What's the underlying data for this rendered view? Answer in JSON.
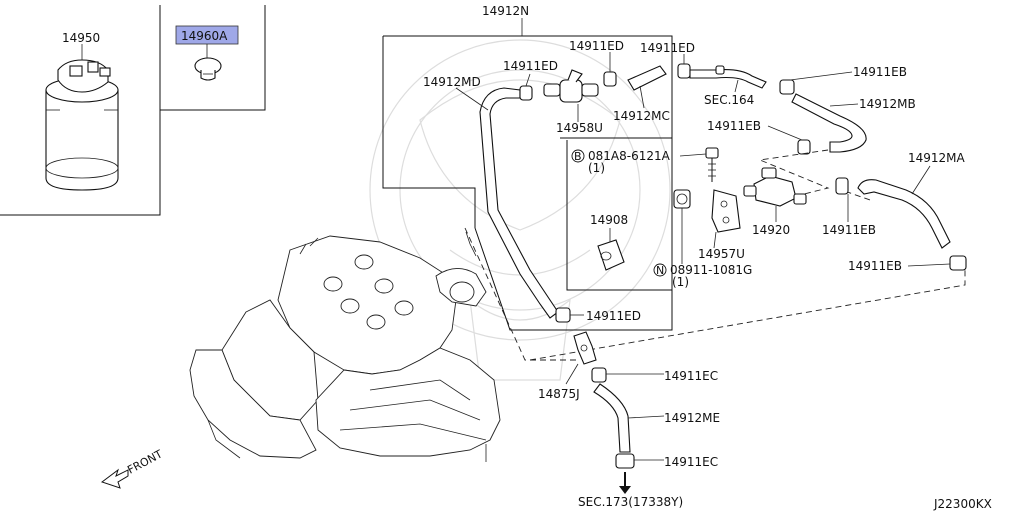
{
  "labels": {
    "p14950": "14950",
    "p14960A": "14960A",
    "p14912N": "14912N",
    "p14912MD": "14912MD",
    "p14911ED_a": "14911ED",
    "p14911ED_b": "14911ED",
    "p14911ED_c": "14911ED",
    "p14911ED_d": "14911ED",
    "p14958U": "14958U",
    "p14912MC": "14912MC",
    "sec164": "SEC.164",
    "p14911EB_a": "14911EB",
    "p14912MB": "14912MB",
    "p14911EB_b": "14911EB",
    "bolt_code": "081A8-6121A",
    "bolt_qty": "(1)",
    "bolt_mark": "B",
    "p14912MA": "14912MA",
    "p14908": "14908",
    "p14920": "14920",
    "p14911EB_c": "14911EB",
    "p14957U": "14957U",
    "nut_code": "08911-1081G",
    "nut_qty": "(1)",
    "nut_mark": "N",
    "p14911EB_d": "14911EB",
    "p14875J": "14875J",
    "p14911EC_a": "14911EC",
    "p14912ME": "14912ME",
    "p14911EC_b": "14911EC",
    "sec173": "SEC.173(17338Y)",
    "front": "FRONT",
    "diagram_id": "J22300KX"
  },
  "colors": {
    "highlight": "#9fa8e8",
    "line": "#111111",
    "watermark": "#dddddd"
  }
}
